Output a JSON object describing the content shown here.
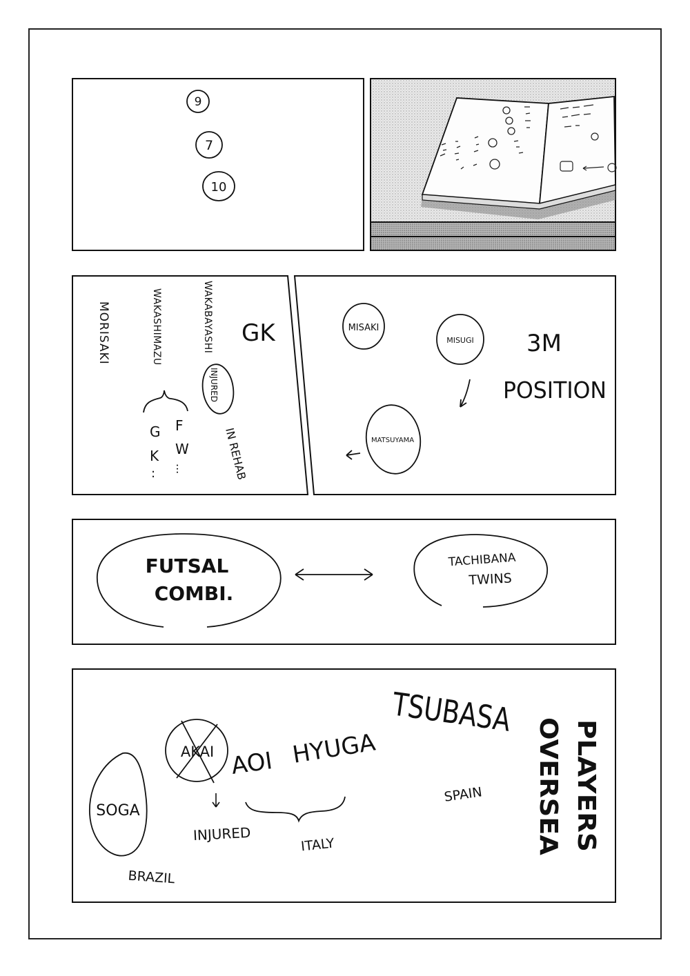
{
  "panel1": {
    "numbers": [
      "9",
      "7",
      "10"
    ]
  },
  "panel3": {
    "names": [
      "MORISAKI",
      "WAKASHIMAZU",
      "WAKABAYASHI"
    ],
    "gk": "GK",
    "gk_abbrev": [
      "G",
      "K",
      ":"
    ],
    "fw_abbrev": [
      "F",
      "W",
      "..."
    ],
    "injured": "INJURED",
    "in_rehab": "IN REHAB"
  },
  "panel4": {
    "names": [
      "MISAKI",
      "MISUGI",
      "MATSUYAMA"
    ],
    "three_m": "3M",
    "position": "POSITION"
  },
  "panel5": {
    "futsal": [
      "FUTSAL",
      "COMBI."
    ],
    "tachibana": [
      "TACHIBANA",
      "TWINS"
    ]
  },
  "panel6": {
    "soga": "SOGA",
    "brazil": "BRAZIL",
    "akai": "AKAI",
    "injured": "INJURED",
    "aoi": "AOI",
    "hyuga": "HYUGA",
    "italy": "ITALY",
    "tsubasa": "TSUBASA",
    "spain": "SPAIN",
    "oversea": "OVERSEA",
    "players": "PLAYERS"
  }
}
